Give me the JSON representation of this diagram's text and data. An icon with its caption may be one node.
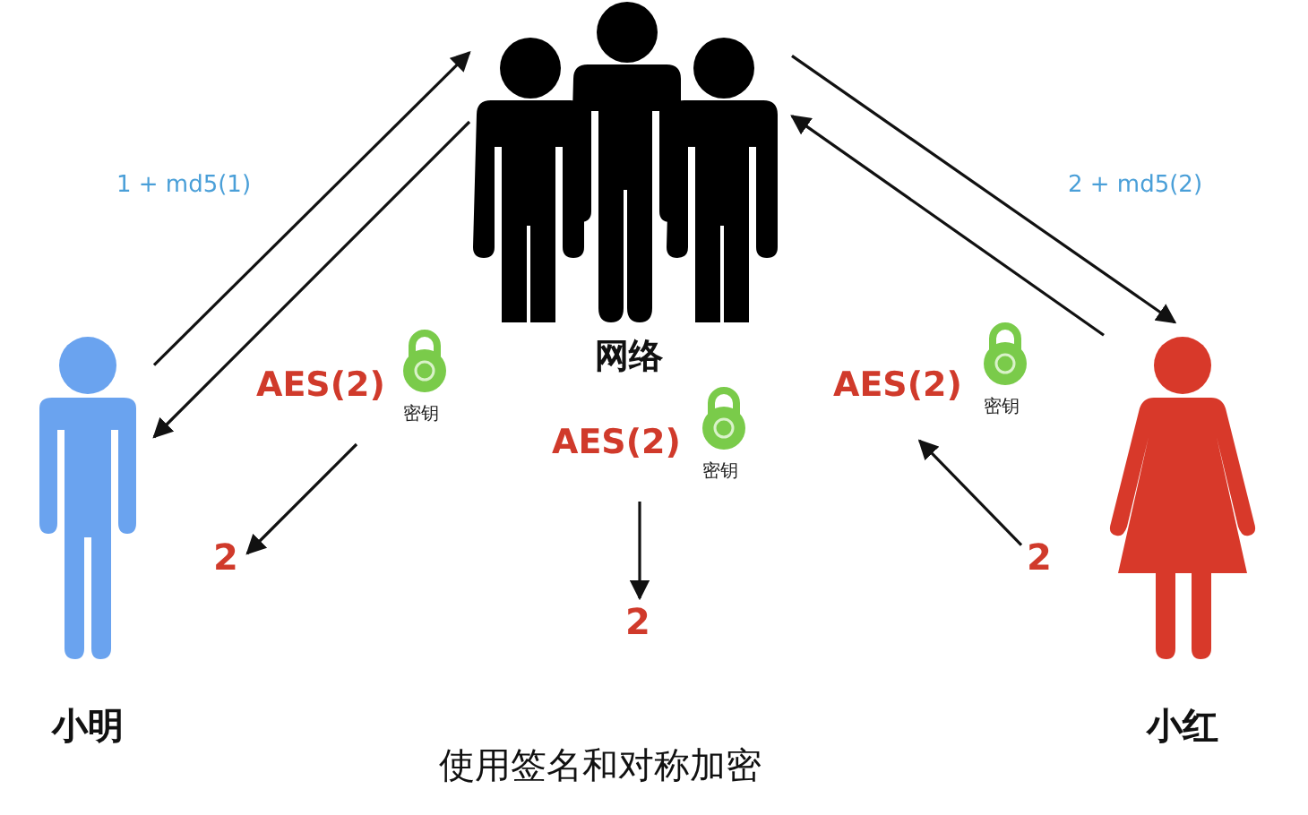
{
  "diagram": {
    "caption": "使用签名和对称加密",
    "nodes": [
      {
        "text": [
          "网络"
        ]
      },
      {
        "text": [
          "小明"
        ]
      },
      {
        "text": [
          "小红"
        ]
      },
      {
        "text": [
          "AES(2)"
        ],
        "beside": [
          "密钥"
        ]
      },
      {
        "text": [
          "AES(2)"
        ],
        "beside": [
          "密钥"
        ]
      },
      {
        "text": [
          "AES(2)"
        ],
        "beside": [
          "密钥"
        ]
      },
      {
        "text": [
          "2"
        ]
      },
      {
        "text": [
          "2"
        ]
      },
      {
        "text": [
          "2"
        ]
      }
    ],
    "edges": [
      {
        "from": 1,
        "to": 0,
        "arrow": "to",
        "label": "1 + md5(1)"
      },
      {
        "from": 0,
        "to": 1,
        "arrow": "to"
      },
      {
        "from": 0,
        "to": 2,
        "arrow": "to",
        "label": "2 + md5(2)"
      },
      {
        "from": 2,
        "to": 0,
        "arrow": "to"
      },
      {
        "from": 3,
        "to": 6,
        "arrow": "to"
      },
      {
        "from": 4,
        "to": 7,
        "arrow": "to"
      },
      {
        "from": 8,
        "to": 5,
        "arrow": "to"
      }
    ]
  }
}
